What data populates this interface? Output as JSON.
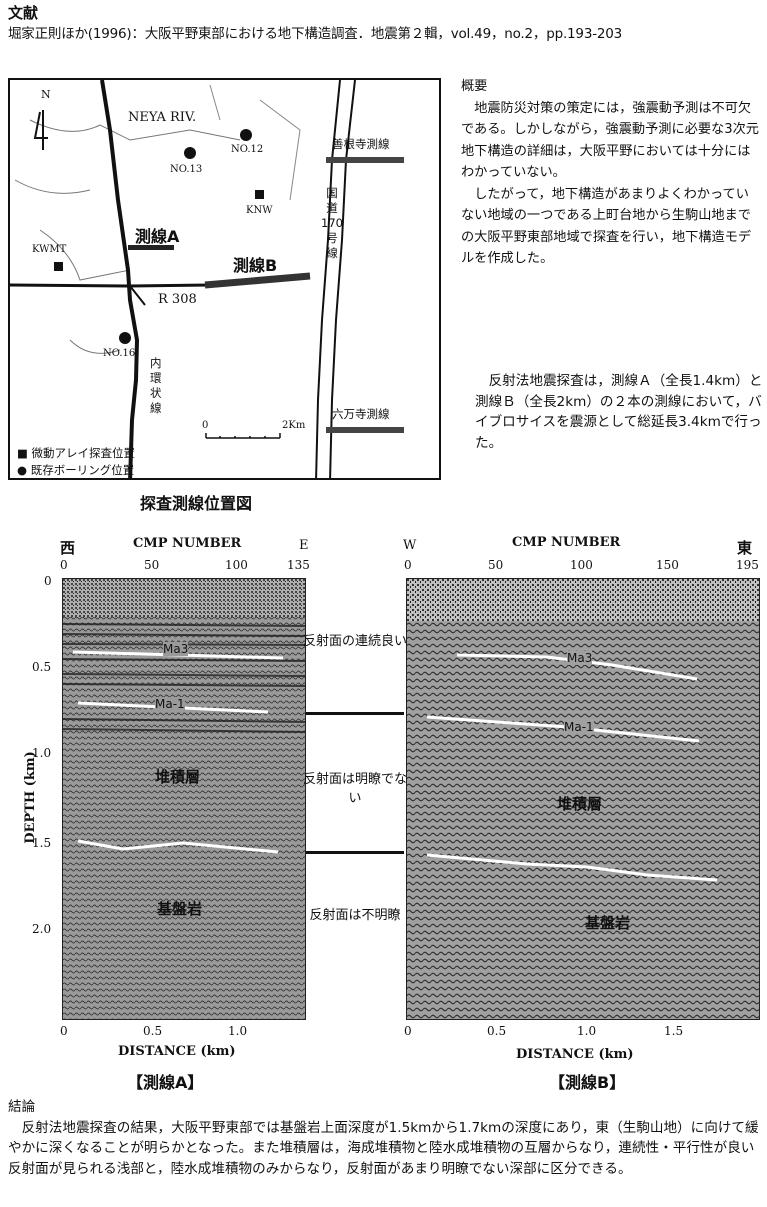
{
  "reference": {
    "label": "文献",
    "citation": "堀家正則ほか(1996)：大阪平野東部における地下構造調査．地震第２輯，vol.49，no.2，pp.193-203"
  },
  "map": {
    "north": "N",
    "river": "NEYA RIV.",
    "sites": {
      "no13": "NO.13",
      "no12": "NO.12",
      "knw": "KNW",
      "kwmt": "KWMT",
      "no16": "NO.16"
    },
    "line_a": "測線A",
    "line_b": "測線B",
    "route": "R 308",
    "inner_loop": [
      "内",
      "環",
      "状",
      "線"
    ],
    "national_route": [
      "国",
      "道",
      "170",
      "号",
      "線"
    ],
    "zenkonji": "善根寺測線",
    "rokumanji": "六万寺測線",
    "scale_start": "0",
    "scale_end": "2Km",
    "legend_square": "■ 微動アレイ探査位置",
    "legend_dot": "● 既存ボーリング位置",
    "caption": "探査測線位置図"
  },
  "abstract": {
    "heading": "概要",
    "p1": "地震防災対策の策定には，強震動予測は不可欠である。しかしながら，強震動予測に必要な3次元地下構造の詳細は，大阪平野においては十分にはわかっていない。",
    "p2": "したがって，地下構造があまりよくわかっていない地域の一つである上町台地から生駒山地までの大阪平野東部地域で探査を行い，地下構造モデルを作成した。"
  },
  "method": "反射法地震探査は，測線Ａ（全長1.4km）と測線Ｂ（全長2km）の２本の測線において，バイブロサイスを震源として総延長3.4kmで行った。",
  "sections": {
    "left": {
      "west": "西",
      "east": "E",
      "cmp_title": "CMP NUMBER",
      "cmp_ticks": [
        "0",
        "50",
        "100",
        "135"
      ],
      "depth_title": "DEPTH (km)",
      "depth_ticks": [
        "0",
        "0.5",
        "1.0",
        "1.5",
        "2.0"
      ],
      "dist_title": "DISTANCE (km)",
      "dist_ticks": [
        "0",
        "0.5",
        "1.0"
      ],
      "ma3": "Ma3",
      "ma1": "Ma-1",
      "sediment": "堆積層",
      "basement": "基盤岩",
      "name": "【測線A】"
    },
    "right": {
      "west": "W",
      "east": "東",
      "cmp_title": "CMP NUMBER",
      "cmp_ticks": [
        "0",
        "50",
        "100",
        "150",
        "195"
      ],
      "dist_title": "DISTANCE (km)",
      "dist_ticks": [
        "0",
        "0.5",
        "1.0",
        "1.5"
      ],
      "ma3": "Ma3",
      "ma1": "Ma-1",
      "sediment": "堆積層",
      "basement": "基盤岩",
      "name": "【測線B】"
    },
    "notes": {
      "upper": "反射面の連続良い",
      "middle": "反射面は明瞭でない",
      "lower": "反射面は不明瞭"
    }
  },
  "conclusion": {
    "heading": "結論",
    "text": "反射法地震探査の結果，大阪平野東部では基盤岩上面深度が1.5kmから1.7kmの深度にあり，東（生駒山地）に向けて緩やかに深くなることが明らかとなった。また堆積層は，海成堆積物と陸水成堆積物の互層からなり，連続性・平行性が良い反射面が見られる浅部と，陸水成堆積物のみからなり，反射面があまり明瞭でない深部に区分できる。"
  }
}
